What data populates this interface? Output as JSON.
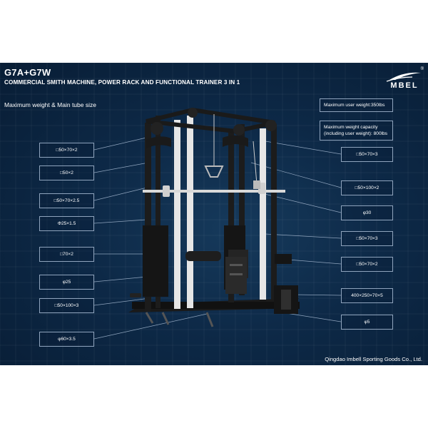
{
  "header": {
    "model": "G7A+G7W",
    "subtitle": "COMMERCIAL SMITH MACHINE, POWER RACK AND FUNCTIONAL TRAINER 3 IN 1",
    "section_title": "Maximum weight & Main tube size"
  },
  "logo": {
    "text": "MBEL",
    "registered": "®"
  },
  "capacity": {
    "user_weight": "Maximum user weight:350lbs",
    "weight_capacity": "Maximum weight capacity (including user weight): 800lbs"
  },
  "left_labels": [
    "□50×70×2",
    "□50×2",
    "□50×70×2.5",
    "Φ25×1.5",
    "□70×2",
    "φ25",
    "□50×100×3",
    "φ60×3.5"
  ],
  "right_labels": [
    "□50×70×3",
    "□50×100×2",
    "φ30",
    "□50×70×3",
    "□50×70×2",
    "400×250×70×5",
    "φ5"
  ],
  "footer": {
    "company": "Qingdao Imbell Sporting Goods Co., Ltd."
  },
  "colors": {
    "background": "#0d2947",
    "frame": "#1a1a1a",
    "upright": "#e8e8e8",
    "leader": "#8fa4bd"
  }
}
